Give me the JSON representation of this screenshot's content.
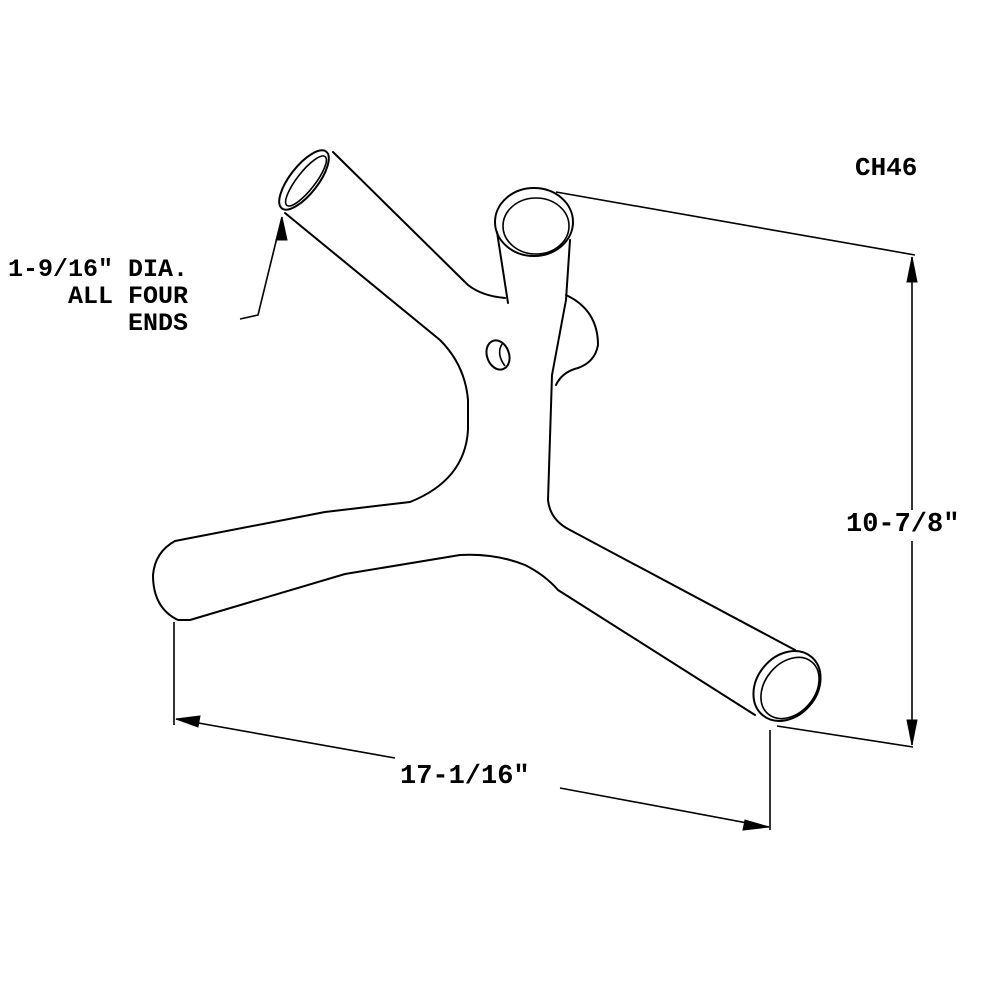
{
  "drawing": {
    "part_number": "CH46",
    "description": "4-way tubular connector fitting, isometric line drawing",
    "annotations": {
      "diameter_note_line1": "1-9/16\" DIA.",
      "diameter_note_line2": "ALL FOUR",
      "diameter_note_line3": "ENDS",
      "height_dimension": "10-7/8\"",
      "width_dimension": "17-1/16\""
    },
    "colors": {
      "line": "#000000",
      "background": "#ffffff"
    }
  }
}
